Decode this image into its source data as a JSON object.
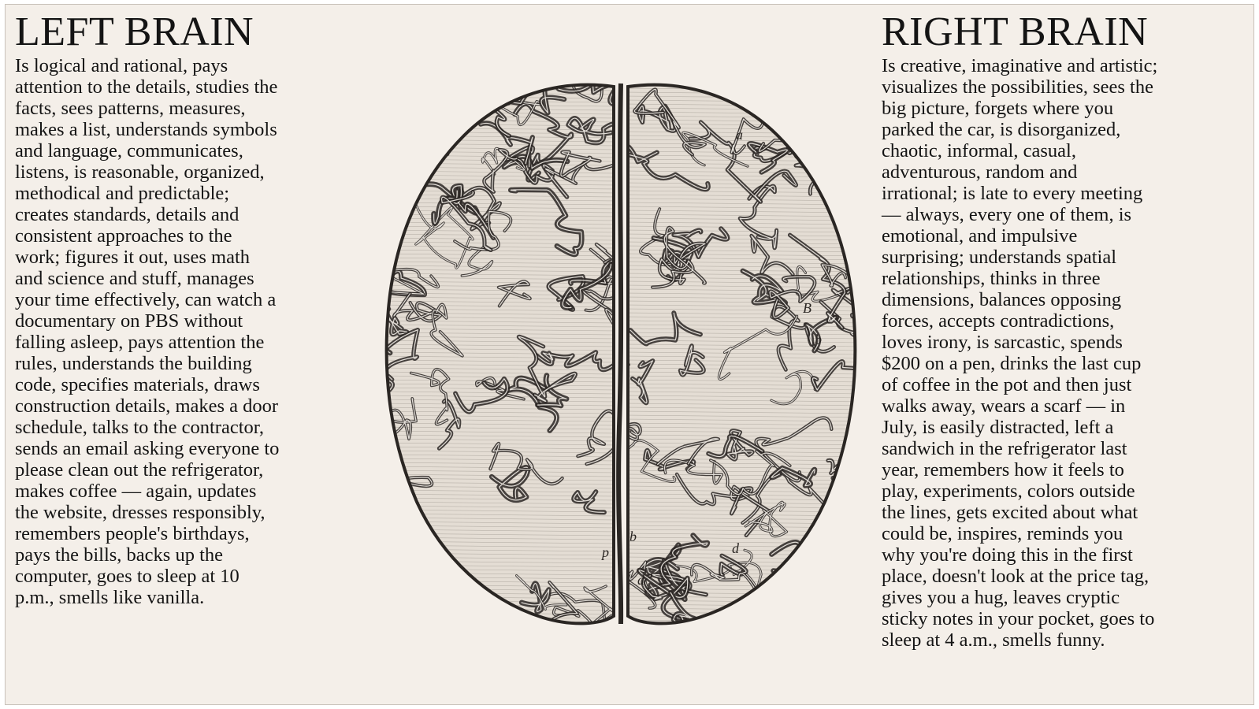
{
  "left": {
    "heading": "LEFT BRAIN",
    "lines": [
      "Is logical and rational, pays",
      "attention to the details, studies the",
      "facts, sees patterns, measures,",
      "makes a list, understands symbols",
      "and language, communicates,",
      "listens, is reasonable, organized,",
      "methodical and predictable;",
      "creates standards, details and",
      "consistent approaches to the",
      "work; figures it out, uses math",
      "and science and stuff, manages",
      "your time effectively, can watch a",
      "documentary on PBS without",
      "falling asleep, pays attention the",
      "rules, understands the building",
      "code, specifies materials, draws",
      "construction details, makes a door",
      "schedule, talks to the contractor,",
      "sends an email asking everyone to",
      "please clean out the refrigerator,",
      "makes coffee — again, updates",
      "the website, dresses responsibly,",
      "remembers people's birthdays,",
      "pays the bills, backs up the",
      "computer, goes to sleep at 10",
      "p.m., smells like vanilla."
    ]
  },
  "right": {
    "heading": "RIGHT BRAIN",
    "lines": [
      "Is creative, imaginative and artistic;",
      "visualizes the possibilities, sees the",
      "big picture, forgets where you",
      "parked the car, is disorganized,",
      "chaotic, informal, casual,",
      "adventurous, random and",
      "irrational; is late to every meeting",
      "— always, every one of them, is",
      "emotional, and impulsive",
      "surprising; understands spatial",
      "relationships, thinks in three",
      "dimensions, balances opposing",
      "forces, accepts contradictions,",
      "loves irony, is sarcastic, spends",
      "$200 on a pen, drinks the last cup",
      "of coffee in the pot and then just",
      "walks away, wears a scarf — in",
      "July, is easily distracted, left a",
      "sandwich in the refrigerator  last",
      "year, remembers how it feels to",
      "play, experiments, colors outside",
      "the lines, gets excited about what",
      "could be, inspires, reminds you",
      "why you're doing this in the first",
      "place, doesn't look at the price tag,",
      "gives you a hug, leaves cryptic",
      "sticky notes in your pocket, goes to",
      "sleep at 4 a.m., smells funny."
    ]
  },
  "illustration": {
    "icon": "brain-illustration",
    "ink": "#2a2623",
    "paper": "#f4efe9",
    "labels": [
      "a",
      "B",
      "b",
      "b",
      "p",
      "d",
      "d"
    ]
  }
}
